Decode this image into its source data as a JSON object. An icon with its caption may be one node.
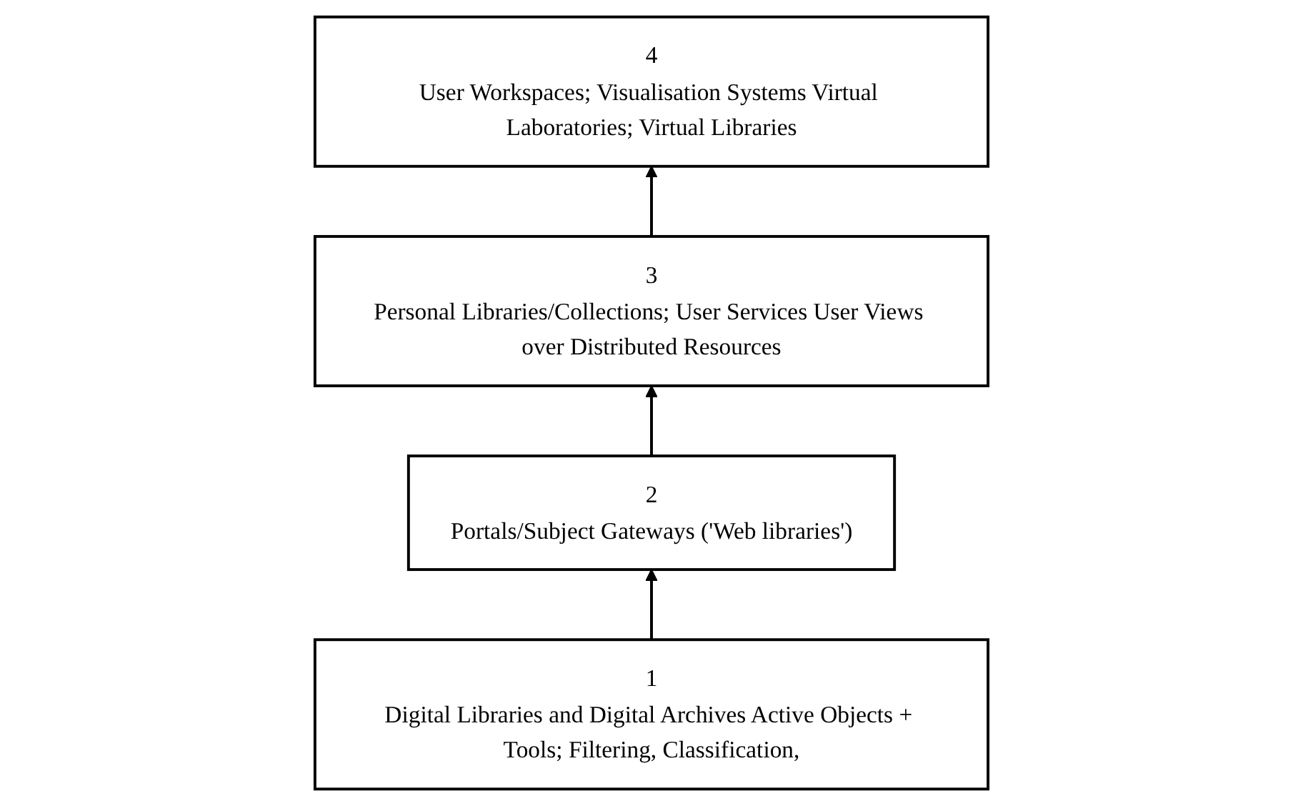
{
  "diagram": {
    "nodes": [
      {
        "text": [
          "4",
          "User Workspaces; Visualisation Systems Virtual Laboratories; Virtual Libraries"
        ]
      },
      {
        "text": [
          "3",
          "Personal Libraries/Collections; User Services User Views over Distributed Resources"
        ]
      },
      {
        "text": [
          "2",
          "Portals/Subject Gateways ('Web libraries')"
        ]
      },
      {
        "text": [
          "1",
          "Digital Libraries and Digital Archives Active Objects + Tools; Filtering, Classification,"
        ]
      }
    ],
    "edges": [
      {
        "from": 3,
        "to": 2,
        "arrow": "to"
      },
      {
        "from": 2,
        "to": 1,
        "arrow": "to"
      },
      {
        "from": 1,
        "to": 0,
        "arrow": "to"
      }
    ]
  }
}
